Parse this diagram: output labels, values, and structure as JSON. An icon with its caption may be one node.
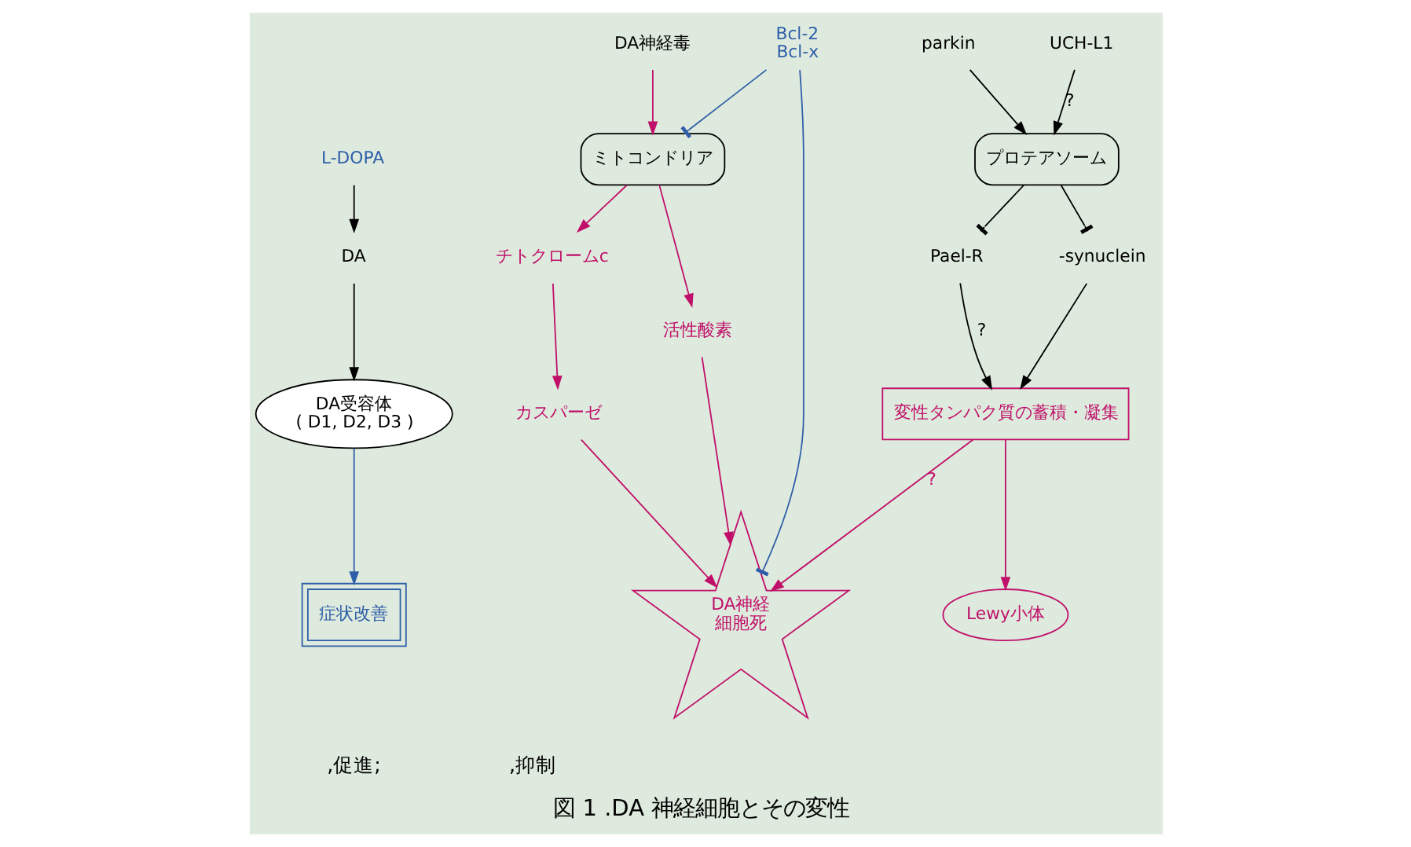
{
  "diagram": {
    "caption": "図 1 .DA 神経細胞とその変性",
    "nodes": [
      {
        "text": [
          "L-DOPA"
        ]
      },
      {
        "text": [
          "DA"
        ]
      },
      {
        "text": [
          "DA受容体",
          "( D1, D2, D3 )"
        ]
      },
      {
        "text": [
          "DA神経毒"
        ]
      },
      {
        "text": [
          "ミトコンドリア"
        ]
      },
      {
        "text": [
          "チトクロームc"
        ]
      },
      {
        "text": [
          "Bcl-2 Bcl-x"
        ]
      },
      {
        "text": [
          "活性酸素"
        ]
      },
      {
        "text": [
          "カスパーゼ"
        ]
      },
      {
        "text": [
          "症状改善"
        ]
      },
      {
        "text": [
          "DA神経細胞死"
        ]
      },
      {
        "text": [
          "Pael-R"
        ]
      },
      {
        "text": [
          "parkin"
        ]
      },
      {
        "text": [
          "-synuclein"
        ]
      },
      {
        "text": [
          "プロテアソーム"
        ]
      },
      {
        "text": [
          "UCH-L1"
        ]
      },
      {
        "text": [
          "変性タンパク質の蓄積・凝集"
        ]
      },
      {
        "text": [
          "Lewy小体"
        ]
      }
    ],
    "edges": [
      {
        "from": 0,
        "to": 1,
        "arrow": "to"
      },
      {
        "from": 1,
        "to": 2,
        "arrow": "to"
      },
      {
        "from": 2,
        "to": 9,
        "arrow": "to",
        "color": "#2f5fa8"
      },
      {
        "from": 3,
        "to": 4,
        "arrow": "to",
        "color": "#c0106a"
      },
      {
        "from": 6,
        "to": 4,
        "arrow": "other",
        "color": "#2f5fa8"
      },
      {
        "from": 4,
        "to": 7,
        "arrow": "to",
        "color": "#c0106a"
      },
      {
        "from": 4,
        "to": 5,
        "arrow": "to",
        "color": "#c0106a"
      },
      {
        "from": 5,
        "to": 8,
        "arrow": "to",
        "color": "#c0106a"
      },
      {
        "from": 6,
        "to": 10,
        "arrow": "other",
        "color": "#2f5fa8"
      },
      {
        "from": 7,
        "to": 10,
        "arrow": "to",
        "color": "#c0106a"
      },
      {
        "from": 8,
        "to": 10,
        "arrow": "to",
        "color": "#c0106a"
      },
      {
        "from": 12,
        "to": 14,
        "arrow": "to"
      },
      {
        "from": 14,
        "to": 11,
        "arrow": "other"
      },
      {
        "from": 14,
        "to": 13,
        "arrow": "other"
      },
      {
        "from": 15,
        "to": 14,
        "arrow": "to",
        "label": "?"
      },
      {
        "from": 11,
        "to": 16,
        "arrow": "to",
        "label": "?"
      },
      {
        "from": 13,
        "to": 16,
        "arrow": "to"
      },
      {
        "from": 16,
        "to": 10,
        "arrow": "to",
        "label": "?",
        "color": "#c0106a"
      },
      {
        "from": 16,
        "to": 17,
        "arrow": "to",
        "color": "#c0106a"
      }
    ],
    "labels": [
      ",促進;",
      ",抑制"
    ]
  }
}
